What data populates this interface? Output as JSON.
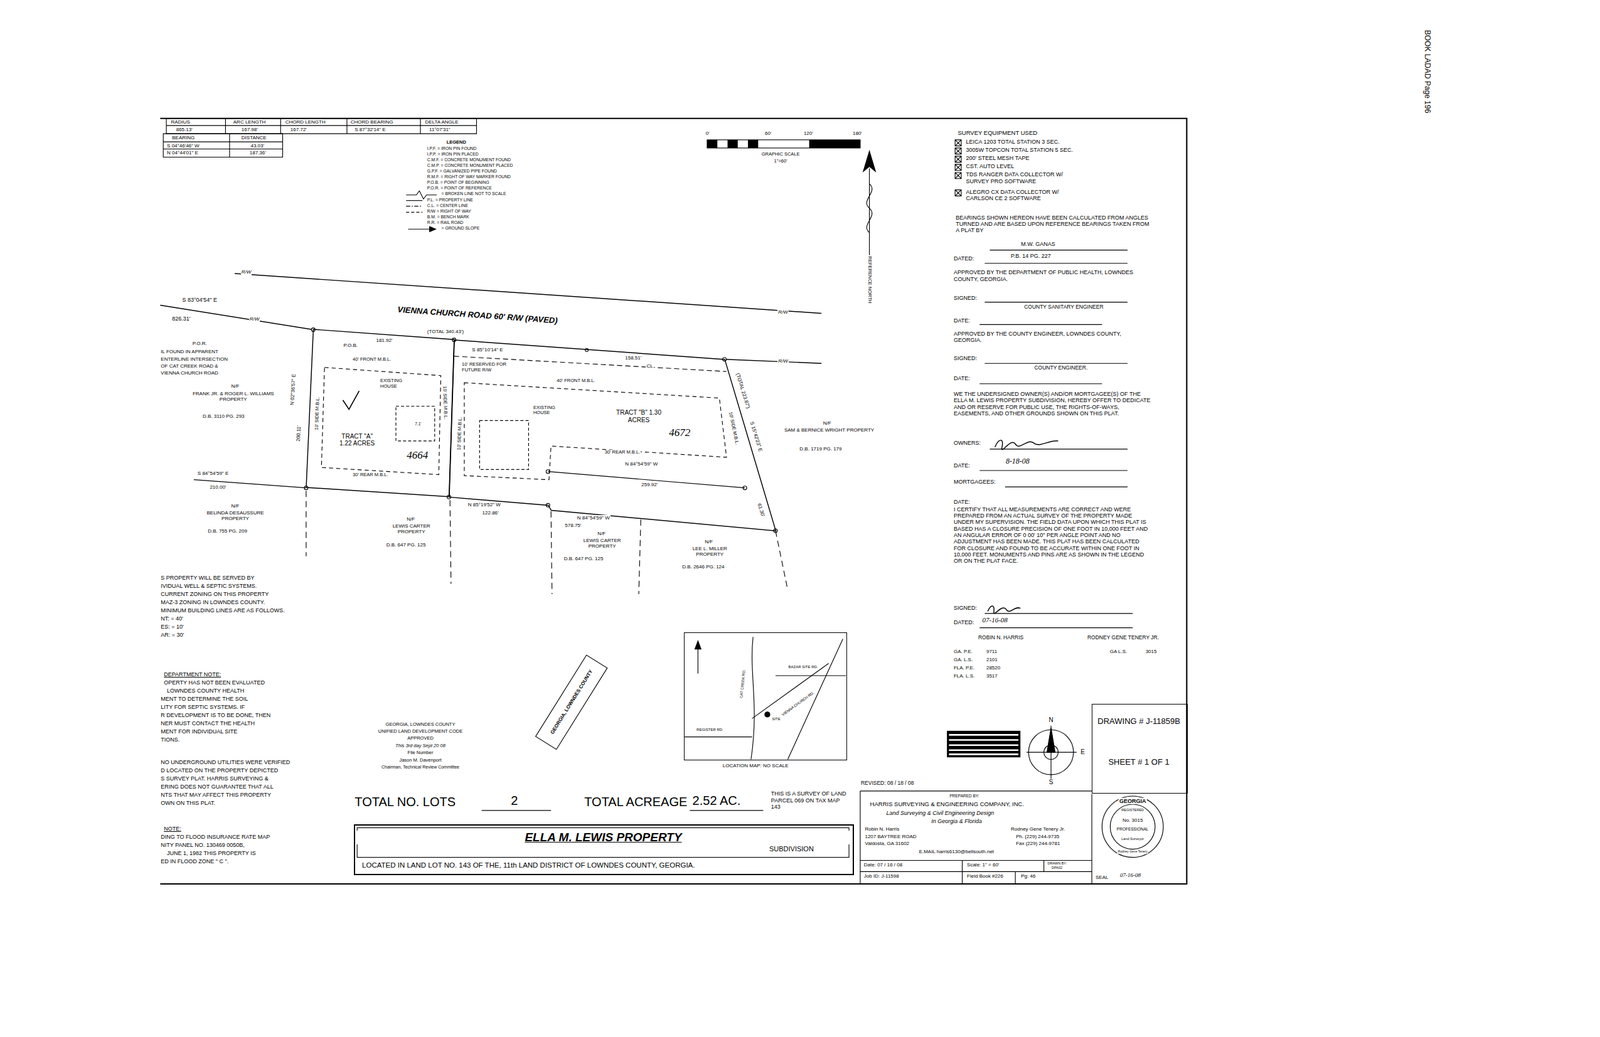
{
  "diagram": {
    "nodes": [
      {
        "text": [
          "TRACT \"A\" 1.22 ACRES",
          "4664"
        ]
      },
      {
        "text": [
          "TRACT \"B\" 1.30 ACRES",
          "4672"
        ]
      },
      {
        "text": [
          "LOCATION MAP: NO SCALE"
        ]
      },
      {
        "text": [
          "ELLA M. LEWIS PROPERTY",
          "SUBDIVISION",
          "LOCATED IN LAND LOT NO. 143 OF THE, 11th LAND DISTRICT OF LOWNDES COUNTY, GEORGIA."
        ]
      },
      {
        "text": [
          "DRAWING # J-11859B",
          "SHEET # 1 OF 1"
        ]
      }
    ],
    "labels": [
      "RADIUS",
      "ARC LENGTH",
      "CHORD LENGTH",
      "CHORD BEARING",
      "DELTA ANGLE",
      "865.13'",
      "167.98'",
      "167.72'",
      "S 87°32'14\" E",
      "11°07'31\"",
      "BEARING",
      "DISTANCE",
      "S 04°46'46\" W",
      "43.03'",
      "N 04°44'01\" E",
      "187.36'",
      "LEGEND",
      "0'",
      "60'",
      "120'",
      "180'",
      "GRAPHIC SCALE",
      "1\"=60'",
      "REFERENCE NORTH",
      "SURVEY EQUIPMENT USED",
      "LEICA 1203 TOTAL STATION 3 SEC.",
      "3005W TOPCON TOTAL STATION 5 SEC.",
      "200' STEEL MESH TAPE",
      "CST. AUTO LEVEL",
      "TDS RANGER DATA COLLECTOR W/ SURVEY PRO SOFTWARE",
      "ALEGRO CX DATA COLLECTOR W/ CARLSON CE 2 SOFTWARE",
      "BEARINGS SHOWN HEREON HAVE BEEN CALCULATED FROM ANGLES TURNED AND ARE BASED UPON REFERENCE BEARINGS TAKEN FROM A PLAT BY",
      "M.W. GANAS",
      "DATED:",
      "P.B. 14 PG. 227",
      "APPROVED BY THE DEPARTMENT OF PUBLIC HEALTH, LOWNDES COUNTY, GEORGIA.",
      "SIGNED:",
      "COUNTY SANITARY ENGINEER",
      "DATE:",
      "APPROVED BY THE COUNTY ENGINEER, LOWNDES COUNTY, GEORGIA.",
      "SIGNED:",
      "COUNTY ENGINEER.",
      "DATE:",
      "WE THE UNDERSIGNED OWNER(S) AND/OR MORTGAGEE(S) OF THE ELLA M. LEWIS PROPERTY SUBDIVISION, HEREBY OFFER TO DEDICATE AND OR RESERVE FOR PUBLIC USE, THE RIGHTS-OF-WAYS, EASEMENTS, AND OTHER GROUNDS SHOWN ON THIS PLAT.",
      "OWNERS:",
      "DATE:",
      "8-18-08",
      "MORTGAGEES:",
      "DATE:",
      "I CERTIFY THAT ALL MEASUREMENTS ARE CORRECT AND WERE PREPARED FROM AN ACTUAL SURVEY OF THE PROPERTY MADE UNDER MY SUPERVISION. THE FIELD DATA UPON WHICH THIS PLAT IS BASED HAS A CLOSURE PRECISION OF ONE FOOT IN 10,000 FEET AND AN ANGULAR ERROR OF 0 00' 10\" PER ANGLE POINT AND NO ADJUSTMENT HAS BEEN MADE. THIS PLAT HAS BEEN CALCULATED FOR CLOSURE AND FOUND TO BE ACCURATE WITHIN ONE FOOT IN 10,000 FEET. MONUMENTS AND PINS ARE AS SHOWN IN THE LEGEND OR ON THE PLAT FACE.",
      "SIGNED:",
      "DATED:",
      "07-16-08",
      "ROBIN N. HARRIS",
      "RODNEY GENE TENERY JR.",
      "GA. P.E.",
      "9711",
      "GA. L.S.",
      "2101",
      "FLA. P.E.",
      "28520",
      "FLA. L.S.",
      "3517",
      "GA L.S.",
      "3015",
      "N",
      "E",
      "S",
      "REVISED: 08 / 18 / 08",
      "PREPARED BY:",
      "HARRIS SURVEYING & ENGINEERING COMPANY, INC.",
      "Land Surveying & Civil Engineering Design",
      "In Georgia & Florida",
      "Robin N. Harris",
      "1207 BAYTREE ROAD",
      "Valdosta, GA 31602",
      "Rodney Gene Tenery Jr.",
      "Ph. (229) 244-9735",
      "Fax (229) 244-9781",
      "E.MAIL harris6130@bellsouth.net",
      "Date: 07 / 16 / 08",
      "Scale: 1\" = 60'",
      "DRAWN BY:",
      "DPA02",
      "Job ID: J-11598",
      "Field Book #226",
      "Pg: 46",
      "SEAL",
      "07-16-08",
      "GEORGIA",
      "REGISTERED",
      "No. 3015",
      "PROFESSIONAL",
      "Land Surveyor",
      "Rodney Gene Tenery",
      "TOTAL NO. LOTS",
      "2",
      "TOTAL ACREAGE",
      "2.52 AC.",
      "THIS IS A SURVEY OF LAND PARCEL 069 ON TAX MAP 143",
      "GEORGIA, LOWNDES COUNTY",
      "UNIFIED LAND DEVELOPMENT CODE",
      "APPROVED",
      "This 3rd day Sept 20 08",
      "File Number",
      "Jason M. Davenport",
      "Chairman, Technical Review Committee",
      "GEORGIA, LOWNDES COUNTY",
      "S PROPERTY WILL BE SERVED BY",
      "IVIDUAL WELL & SEPTIC SYSTEMS.",
      "CURRENT ZONING ON THIS PROPERTY",
      "MAZ-3 ZONING IN LOWNDES COUNTY.",
      "MINIMUM BUILDING LINES ARE AS FOLLOWS.",
      "NT: = 40'",
      "ES: = 10'",
      "AR: = 30'",
      "DEPARTMENT NOTE:",
      "OPERTY HAS NOT BEEN EVALUATED",
      "LOWNDES COUNTY HEALTH",
      "MENT TO DETERMINE THE SOIL",
      "LITY FOR SEPTIC SYSTEMS. IF",
      "R DEVELOPMENT IS TO BE DONE, THEN",
      "NER MUST CONTACT THE HEALTH",
      "MENT FOR INDIVIDUAL SITE",
      "TIONS.",
      "NO UNDERGROUND UTILITIES WERE VERIFIED",
      "D LOCATED ON THE PROPERTY DEPICTED",
      "S SURVEY PLAT. HARRIS SURVEYING &",
      "ERING DOES NOT GUARANTEE THAT ALL",
      "NTS THAT MAY AFFECT THIS PROPERTY",
      "OWN ON THIS PLAT.",
      "NOTE:",
      "DING TO FLOOD INSURANCE RATE MAP",
      "NITY PANEL NO. 130469 0050B,",
      "JUNE 1, 1982 THIS PROPERTY IS",
      "ED IN FLOOD ZONE \" C \".",
      "R/W",
      "R/W",
      "R/W",
      "R/W",
      "S 83°04'54\" E",
      "826.31'",
      "VIENNA CHURCH ROAD 60' R/W (PAVED)",
      "P.O.R.",
      "IL FOUND IN APPARENT",
      "ENTERLINE INTERSECTION",
      "OF CAT CREEK ROAD &",
      "VIENNA CHURCH ROAD",
      "P.O.B.",
      "181.92'",
      "(TOTAL 340.43')",
      "S 85°10'14\" E",
      "158.51'",
      "CL",
      "40' FRONT M.B.L.",
      "10' RESERVED FOR FUTURE R/W",
      "40' FRONT M.B.L.",
      "EXISTING HOUSE",
      "EXISTING HOUSE",
      "N 02°36'57\" E",
      "200.11'",
      "10' SIDE M.B.L.",
      "10' SIDE M.B.L.",
      "10' SIDE M.B.L.",
      "10' SIDE M.B.L.",
      "(TOTAL 223.87')",
      "S 15°42'23\" E",
      "7.1'",
      "30' REAR M.B.L.",
      "30' REAR M.B.L.",
      "N 84°54'59\" W",
      "259.92'",
      "61.30'",
      "S 84°54'59\" E",
      "210.00'",
      "N 85°19'52\" W",
      "122.86'",
      "N 84°54'59\" W",
      "578.75'",
      "N/F",
      "FRANK JR. & ROGER L. WILLIAMS PROPERTY",
      "D.B. 3110 PG. 293",
      "N/F",
      "BELINDA DESAUSSURE PROPERTY",
      "D.B. 755 PG. 209",
      "N/F",
      "LEWIS CARTER PROPERTY",
      "D.B. 647 PG. 125",
      "N/F",
      "LEWIS CARTER PROPERTY",
      "D.B. 647 PG. 125",
      "N/F",
      "LEE L. MILLER PROPERTY",
      "D.B. 2646 PG. 124",
      "N/F",
      "SAM & BERNICE WRIGHT PROPERTY",
      "D.B. 1719 PG. 179",
      "BAZAR SITE RD.",
      "REGISTER RD.",
      "CAT CREEK RD.",
      "VIENNA CHURCH RD.",
      "SITE",
      "BOOK LADAD Page 196"
    ],
    "legend": [
      {
        "text": "I.P.F. = IRON PIN FOUND"
      },
      {
        "text": "I.P.P. = IRON PIN PLACED"
      },
      {
        "text": "C.M.F. = CONCRETE MONUMENT FOUND"
      },
      {
        "text": "C.M.P. = CONCRETE MONUMENT PLACED"
      },
      {
        "text": "G.P.F. = GALVANIZED PIPE FOUND"
      },
      {
        "text": "R.M.F. = RIGHT OF WAY MARKER FOUND"
      },
      {
        "text": "P.O.B. = POINT OF BEGINNING"
      },
      {
        "text": "P.O.R. = POINT OF REFERENCE"
      },
      {
        "text": "= BROKEN LINE NOT TO SCALE"
      },
      {
        "text": "P.L. = PROPERTY LINE"
      },
      {
        "text": "C.L. = CENTER LINE"
      },
      {
        "text": "R/W = RIGHT OF WAY"
      },
      {
        "text": "B.M. = BENCH MARK"
      },
      {
        "text": "R.R. = RAIL ROAD"
      },
      {
        "text": "= GROUND SLOPE"
      }
    ]
  }
}
